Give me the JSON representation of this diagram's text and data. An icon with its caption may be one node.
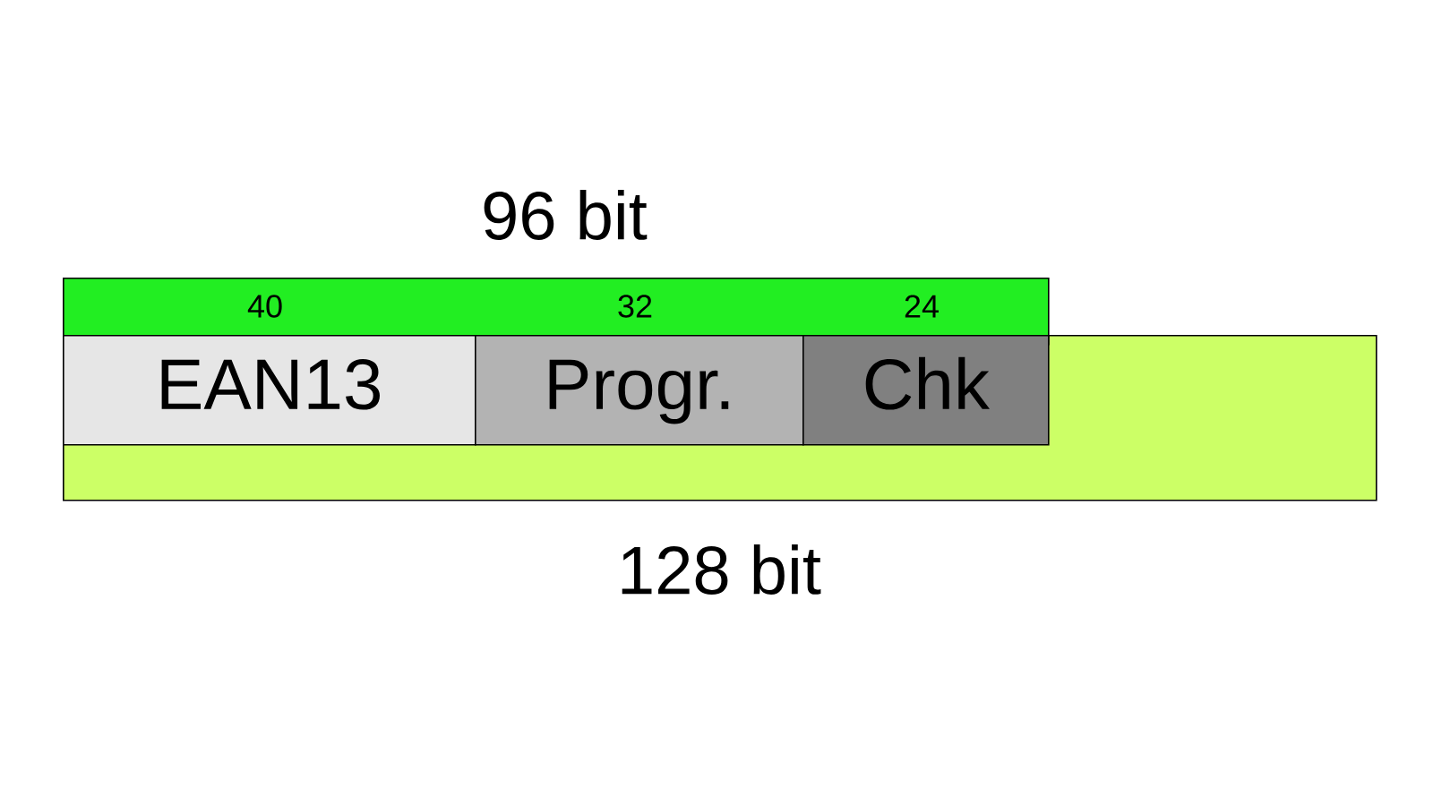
{
  "diagram": {
    "nodes": [
      {
        "text": [
          "128 bit"
        ]
      },
      {
        "text": [
          "96 bit"
        ]
      },
      {
        "text": [
          "EAN13"
        ],
        "beside": [
          "40"
        ],
        "in": 0
      },
      {
        "text": [
          "Progr."
        ],
        "beside": [
          "32"
        ],
        "in": 0
      },
      {
        "text": [
          "Chk"
        ],
        "beside": [
          "24"
        ],
        "in": 0
      }
    ]
  }
}
